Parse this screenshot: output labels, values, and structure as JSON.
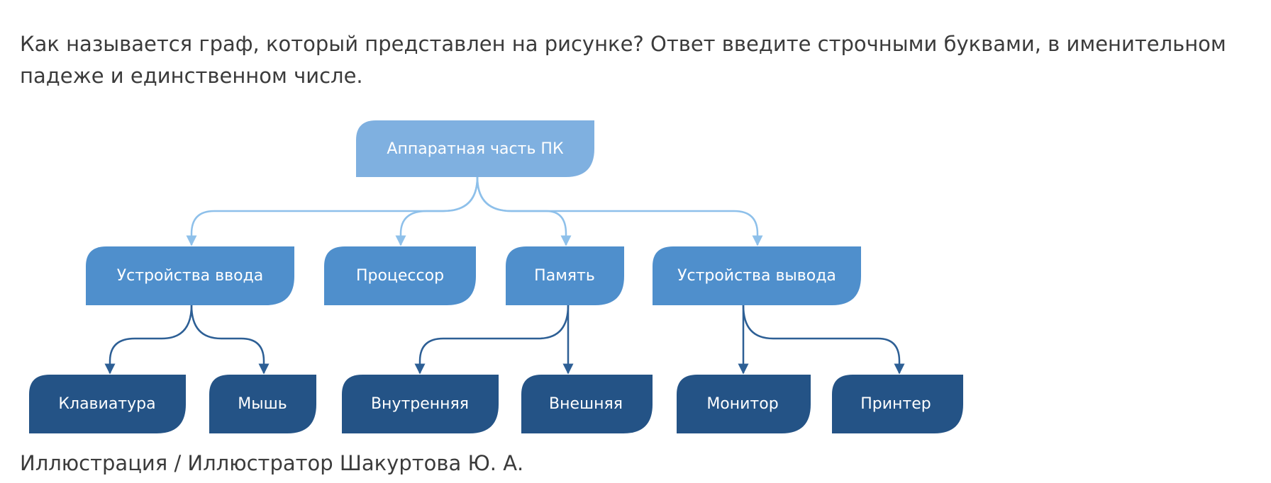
{
  "question": {
    "text": "Как называется граф, который представлен на рисунке? Ответ введите строчными буквами, в именительном падеже и единственном числе."
  },
  "diagram": {
    "colors": {
      "level0": "#7fb0e0",
      "level1": "#4f8fcc",
      "level2": "#245386",
      "edge_top": "#8ec0ea",
      "edge_bottom": "#2d5f95"
    },
    "root": {
      "label": "Аппаратная часть ПК",
      "children": [
        {
          "label": "Устройства ввода",
          "children": [
            {
              "label": "Клавиатура"
            },
            {
              "label": "Мышь"
            }
          ]
        },
        {
          "label": "Процессор",
          "children": []
        },
        {
          "label": "Память",
          "children": [
            {
              "label": "Внутренняя"
            },
            {
              "label": "Внешняя"
            }
          ]
        },
        {
          "label": "Устройства вывода",
          "children": [
            {
              "label": "Монитор"
            },
            {
              "label": "Принтер"
            }
          ]
        }
      ]
    }
  },
  "caption": {
    "text": "Иллюстрация / Иллюстратор Шакуртова Ю. А."
  }
}
